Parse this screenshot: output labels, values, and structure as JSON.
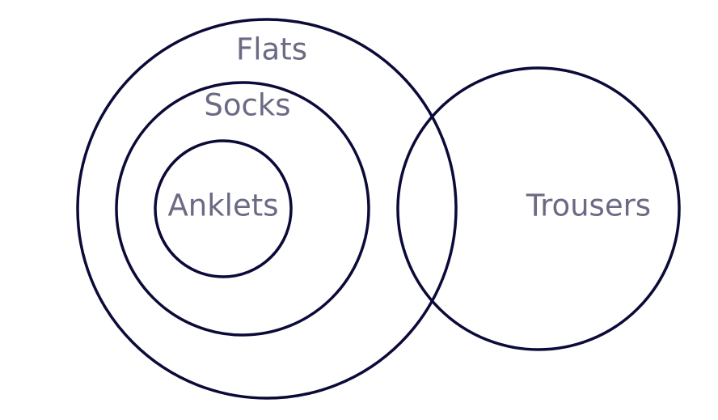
{
  "diagram": {
    "type": "euler",
    "colors": {
      "stroke": "#0b0a38",
      "label": "#6b6a84",
      "background": "#ffffff"
    },
    "sets": [
      {
        "id": "flats",
        "label": "Flats",
        "contains": [
          "socks"
        ]
      },
      {
        "id": "socks",
        "label": "Socks",
        "contains": [
          "anklets"
        ]
      },
      {
        "id": "anklets",
        "label": "Anklets",
        "contains": []
      },
      {
        "id": "trousers",
        "label": "Trousers",
        "contains": []
      }
    ],
    "relations": [
      {
        "type": "subset",
        "subset": "anklets",
        "superset": "socks"
      },
      {
        "type": "subset",
        "subset": "socks",
        "superset": "flats"
      },
      {
        "type": "overlap",
        "sets": [
          "flats",
          "trousers"
        ]
      }
    ]
  }
}
